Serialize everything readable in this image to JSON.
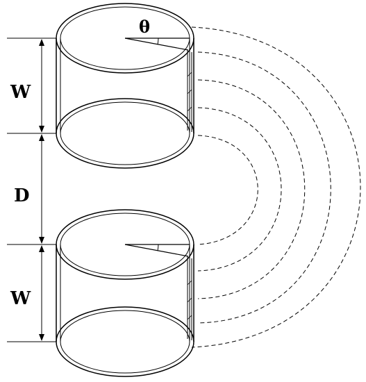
{
  "labels": {
    "width_top": "W",
    "gap": "D",
    "width_bottom": "W",
    "angle": "θ"
  },
  "colors": {
    "line": "#000000",
    "background": "#ffffff"
  }
}
